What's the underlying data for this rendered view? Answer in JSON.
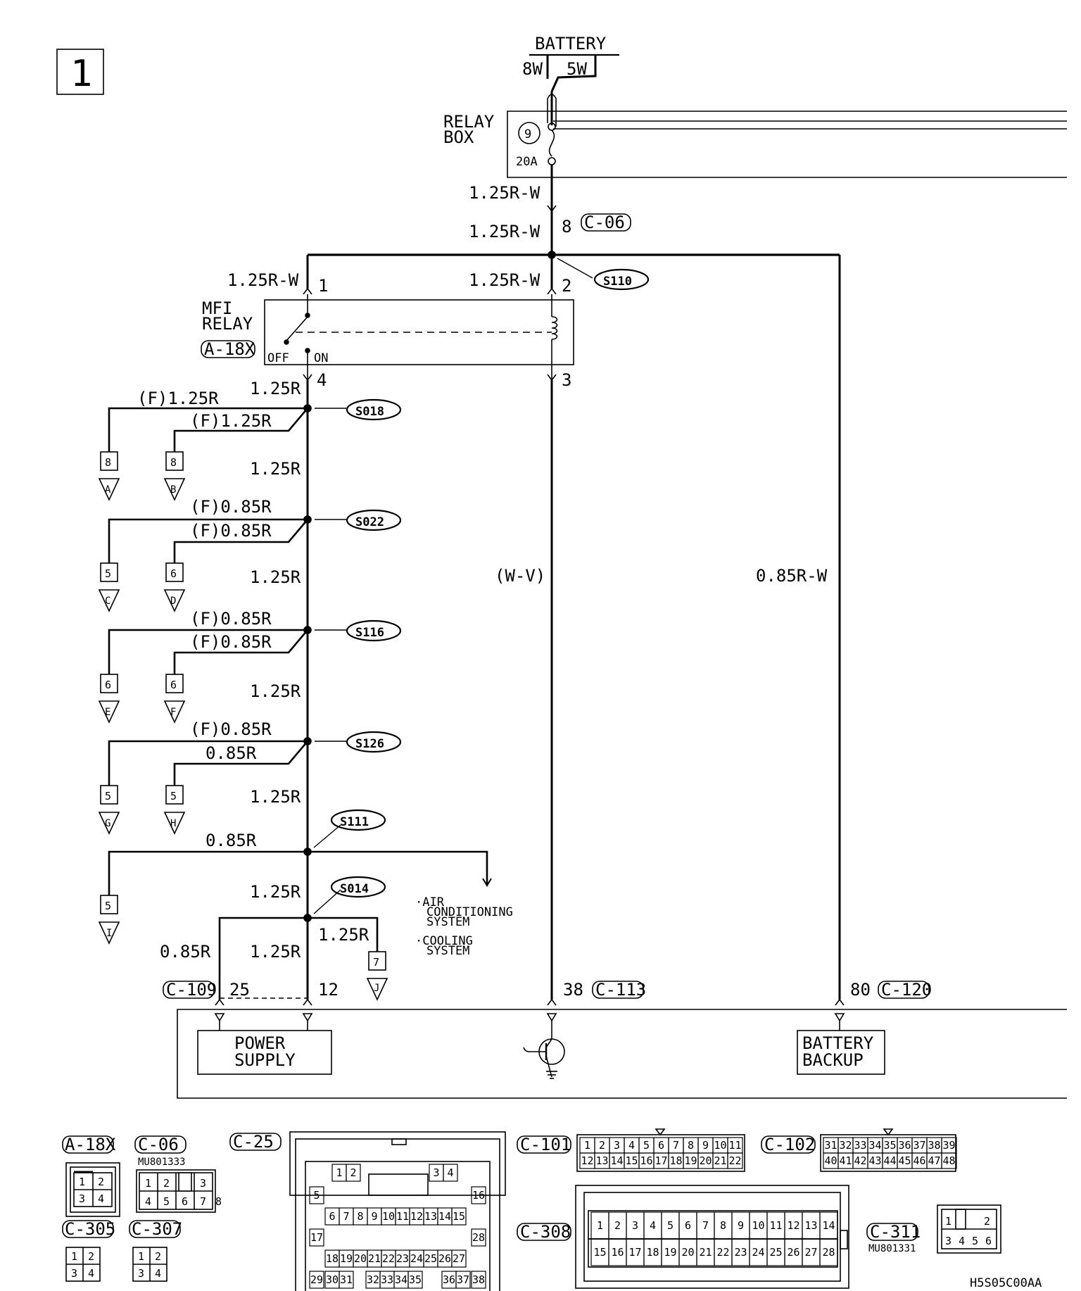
{
  "page_number": "1",
  "battery": {
    "label": "BATTERY",
    "wire_left": "8W",
    "wire_right": "5W"
  },
  "relay_box": {
    "label_line1": "RELAY",
    "label_line2": "BOX",
    "fuse_number": "9",
    "fuse_rating": "20A"
  },
  "mfi_relay": {
    "label_line1": "MFI",
    "label_line2": "RELAY",
    "connector": "A-18X",
    "off_label": "OFF",
    "on_label": "ON"
  },
  "wires": {
    "w_relaybox_out": "1.25R-W",
    "w_c06": "1.25R-W",
    "w_relay_pin1": "1.25R-W",
    "w_relay_pin2": "1.25R-W",
    "w_relay_pin4": "1.25R",
    "w_seg1": "1.25R",
    "w_seg2": "1.25R",
    "w_seg3": "1.25R",
    "w_seg4": "1.25R",
    "w_seg5": "1.25R",
    "w_seg6": "1.25R",
    "w_coil": "(W-V)",
    "w_backup": "0.85R-W",
    "w_c109": "0.85R",
    "w_to_j": "1.25R"
  },
  "pins": {
    "c06_pin": "8",
    "relay_1": "1",
    "relay_2": "2",
    "relay_4": "4",
    "relay_3": "3",
    "c109_25": "25",
    "c109_12": "12",
    "c113_38": "38",
    "c120_80": "80"
  },
  "connectors": {
    "c06": "C-06",
    "c109": "C-109",
    "c113": "C-113",
    "c120": "C-120"
  },
  "splices": [
    {
      "id": "S110"
    },
    {
      "id": "S018",
      "upper_wire": "(F)1.25R",
      "lower_wire": "(F)1.25R",
      "left_pin": "8",
      "left_dest": "A",
      "right_pin": "8",
      "right_dest": "B"
    },
    {
      "id": "S022",
      "upper_wire": "(F)0.85R",
      "lower_wire": "(F)0.85R",
      "left_pin": "5",
      "left_dest": "C",
      "right_pin": "6",
      "right_dest": "D"
    },
    {
      "id": "S116",
      "upper_wire": "(F)0.85R",
      "lower_wire": "(F)0.85R",
      "left_pin": "6",
      "left_dest": "E",
      "right_pin": "6",
      "right_dest": "F"
    },
    {
      "id": "S126",
      "upper_wire": "(F)0.85R",
      "lower_wire": "0.85R",
      "left_pin": "5",
      "left_dest": "G",
      "right_pin": "5",
      "right_dest": "H"
    },
    {
      "id": "S111",
      "wire": "0.85R",
      "pin": "5",
      "dest": "I"
    },
    {
      "id": "S014"
    }
  ],
  "j_branch": {
    "pin": "7",
    "dest": "J"
  },
  "systems": [
    "·AIR",
    "CONDITIONING",
    "SYSTEM",
    "·COOLING",
    "SYSTEM"
  ],
  "ecu": {
    "power_line1": "POWER",
    "power_line2": "SUPPLY",
    "backup_line1": "BATTERY",
    "backup_line2": "BACKUP"
  },
  "connector_views": {
    "a18x": {
      "label": "A-18X",
      "pins": [
        "1",
        "2",
        "3",
        "4"
      ]
    },
    "c06": {
      "label": "C-06",
      "part": "MU801333",
      "pins": [
        "1",
        "2",
        "3",
        "4",
        "5",
        "6",
        "7",
        "8"
      ]
    },
    "c25": {
      "label": "C-25",
      "pins": [
        "1",
        "2",
        "3",
        "4",
        "5",
        "6",
        "7",
        "8",
        "9",
        "10",
        "11",
        "12",
        "13",
        "14",
        "15",
        "16",
        "17",
        "18",
        "19",
        "20",
        "21",
        "22",
        "23",
        "24",
        "25",
        "26",
        "27",
        "28",
        "29",
        "30",
        "31",
        "32",
        "33",
        "34",
        "35",
        "36",
        "37",
        "38"
      ]
    },
    "c101": {
      "label": "C-101",
      "pins": [
        "1",
        "2",
        "3",
        "4",
        "5",
        "6",
        "7",
        "8",
        "9",
        "10",
        "11",
        "12",
        "13",
        "14",
        "15",
        "16",
        "17",
        "18",
        "19",
        "20",
        "21",
        "22"
      ]
    },
    "c102": {
      "label": "C-102",
      "pins": [
        "31",
        "32",
        "33",
        "34",
        "35",
        "36",
        "37",
        "38",
        "39",
        "40",
        "41",
        "42",
        "43",
        "44",
        "45",
        "46",
        "47",
        "48"
      ]
    },
    "c308": {
      "label": "C-308",
      "pins": [
        "1",
        "2",
        "3",
        "4",
        "5",
        "6",
        "7",
        "8",
        "9",
        "10",
        "11",
        "12",
        "13",
        "14",
        "15",
        "16",
        "17",
        "18",
        "19",
        "20",
        "21",
        "22",
        "23",
        "24",
        "25",
        "26",
        "27",
        "28"
      ]
    },
    "c305": {
      "label": "C-305",
      "pins": [
        "1",
        "2",
        "3",
        "4"
      ]
    },
    "c307": {
      "label": "C-307",
      "pins": [
        "1",
        "2",
        "3",
        "4"
      ]
    },
    "c311": {
      "label": "C-311",
      "part": "MU801331",
      "pins": [
        "1",
        "2",
        "3",
        "4",
        "5",
        "6"
      ]
    }
  },
  "figure_code": "H5S05C00AA"
}
